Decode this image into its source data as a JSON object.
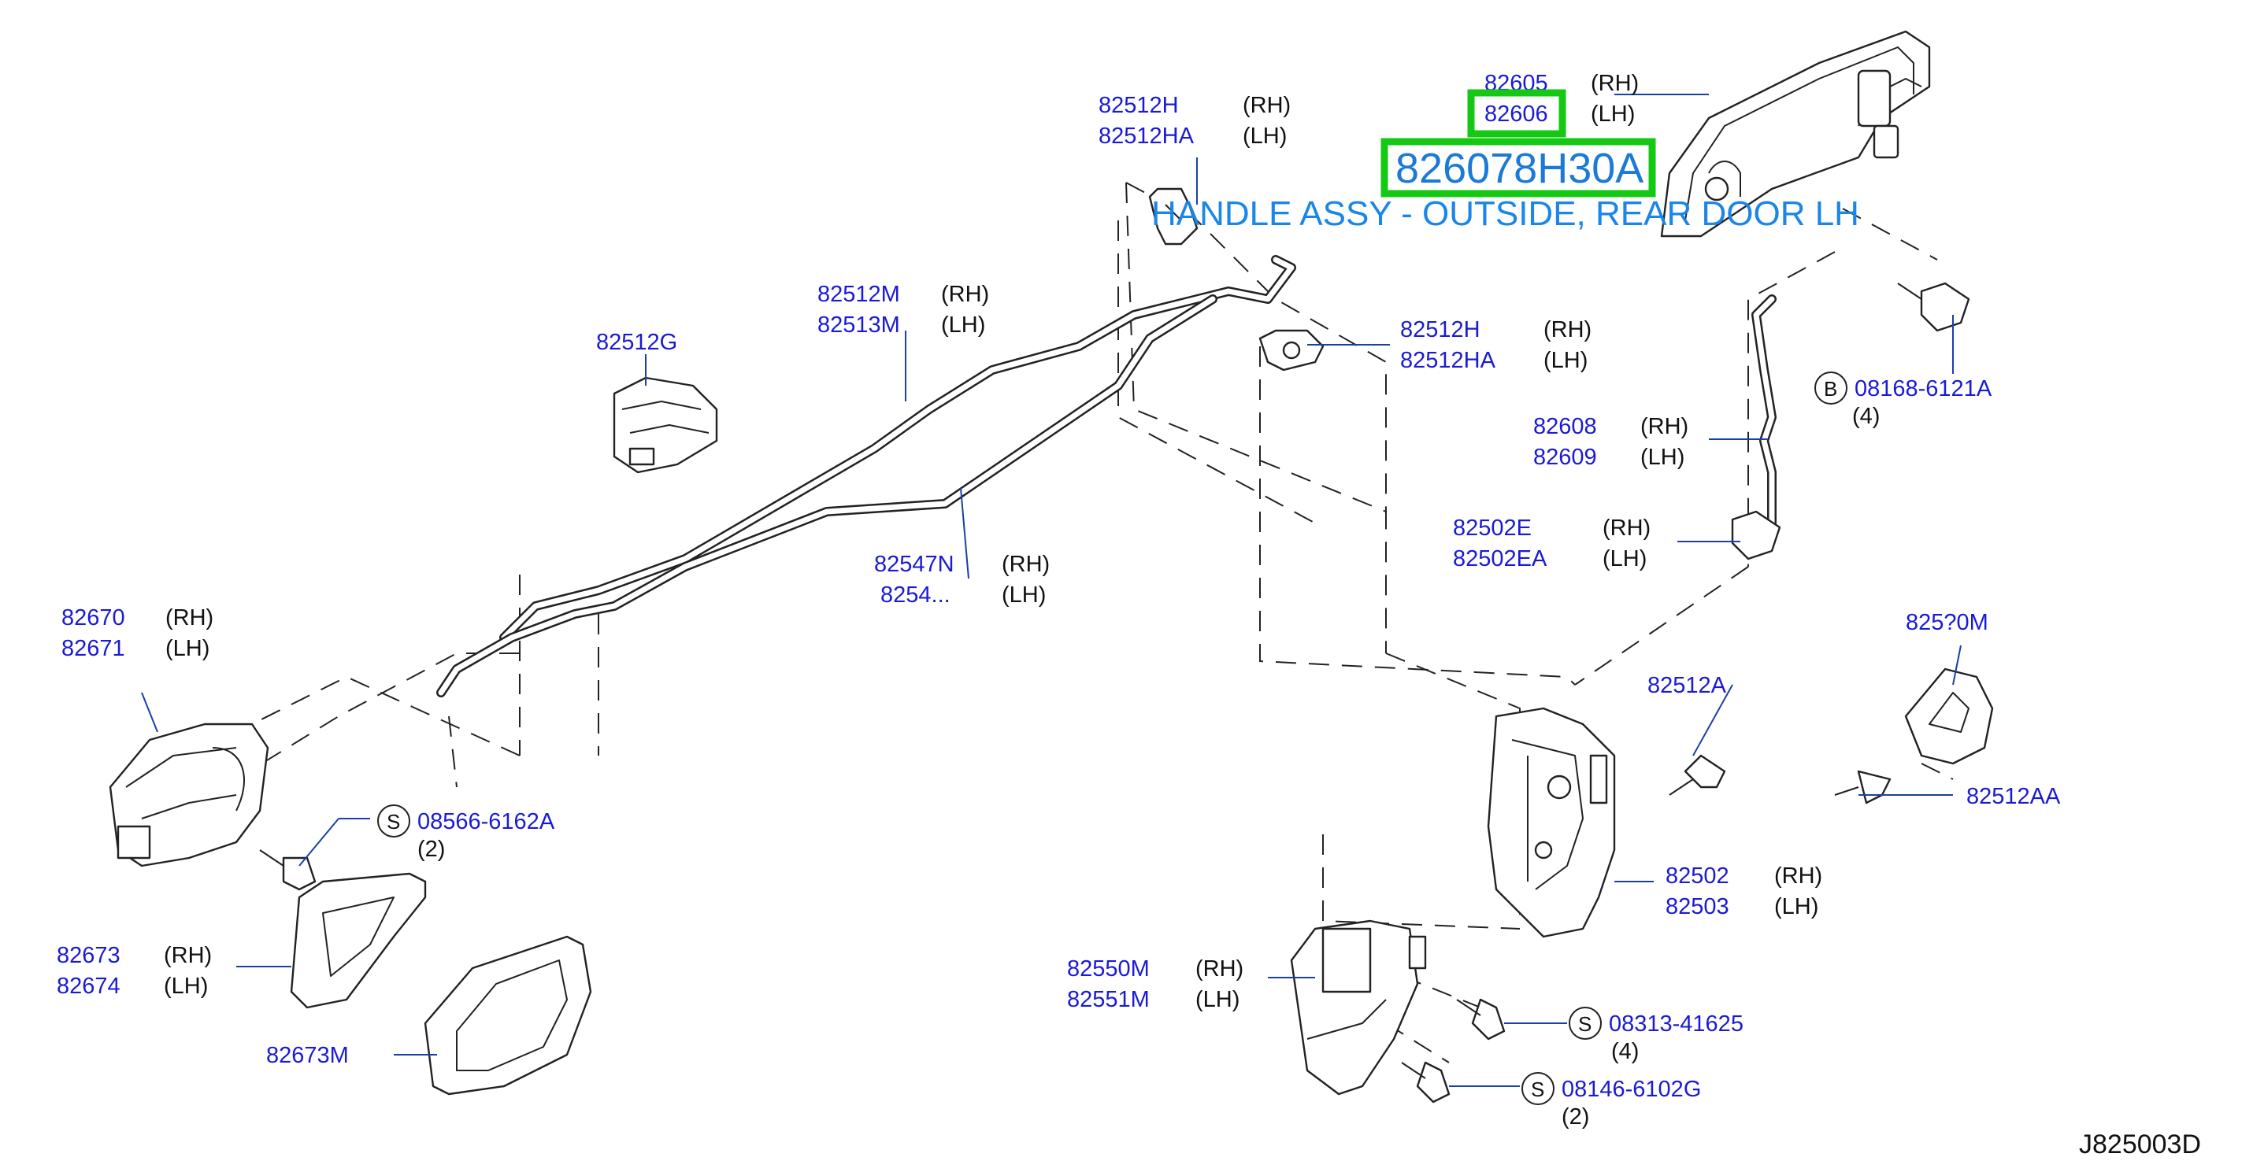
{
  "diagram_id": "J825003D",
  "highlight": {
    "part_number": "82606",
    "catalog_number": "826078H30A",
    "caption": "HANDLE ASSY - OUTSIDE, REAR DOOR LH",
    "color": "#14c814"
  },
  "callouts": {
    "c82605": {
      "pn": "82605",
      "side": "(RH)"
    },
    "c82606": {
      "pn": "82606",
      "side": "(LH)"
    },
    "c82512H_top": {
      "pn": "82512H",
      "side": "(RH)"
    },
    "c82512HA_top": {
      "pn": "82512HA",
      "side": "(LH)"
    },
    "c82512M": {
      "pn": "82512M",
      "side": "(RH)"
    },
    "c82513M": {
      "pn": "82513M",
      "side": "(LH)"
    },
    "c82512G": {
      "pn": "82512G"
    },
    "c82512H_mid": {
      "pn": "82512H",
      "side": "(RH)"
    },
    "c82512HA_mid": {
      "pn": "82512HA",
      "side": "(LH)"
    },
    "c82608": {
      "pn": "82608",
      "side": "(RH)"
    },
    "c82609": {
      "pn": "82609",
      "side": "(LH)"
    },
    "c08168": {
      "marker": "B",
      "pn": "08168-6121A",
      "qty": "(4)"
    },
    "c82547N": {
      "pn": "82547N",
      "side": "(RH)"
    },
    "c82547N_lh_partial": {
      "pn": "8254...",
      "side": "(LH)"
    },
    "c82502E": {
      "pn": "82502E",
      "side": "(RH)"
    },
    "c82502EA": {
      "pn": "82502EA",
      "side": "(LH)"
    },
    "c82670": {
      "pn": "82670",
      "side": "(RH)"
    },
    "c82671": {
      "pn": "82671",
      "side": "(LH)"
    },
    "c82510M_partial": {
      "pn": "825?0M"
    },
    "c82512A": {
      "pn": "82512A"
    },
    "c82512AA": {
      "pn": "82512AA"
    },
    "c08566": {
      "marker": "S",
      "pn": "08566-6162A",
      "qty": "(2)"
    },
    "c82502": {
      "pn": "82502",
      "side": "(RH)"
    },
    "c82503": {
      "pn": "82503",
      "side": "(LH)"
    },
    "c82673": {
      "pn": "82673",
      "side": "(RH)"
    },
    "c82674": {
      "pn": "82674",
      "side": "(LH)"
    },
    "c82550M": {
      "pn": "82550M",
      "side": "(RH)"
    },
    "c82551M": {
      "pn": "82551M",
      "side": "(LH)"
    },
    "c82673M": {
      "pn": "82673M"
    },
    "c08313": {
      "marker": "S",
      "pn": "08313-41625",
      "qty": "(4)"
    },
    "c08146": {
      "marker": "S",
      "pn": "08146-6102G",
      "qty": "(2)"
    }
  },
  "icons": [
    "outside-handle-icon",
    "rod-clip-icon",
    "bracket-icon",
    "rod-icon",
    "inside-handle-icon",
    "screw-icon",
    "bolt-icon",
    "door-lock-actuator-icon",
    "striker-icon",
    "key-cylinder-rod-icon",
    "escutcheon-icon",
    "lock-knob-icon"
  ]
}
